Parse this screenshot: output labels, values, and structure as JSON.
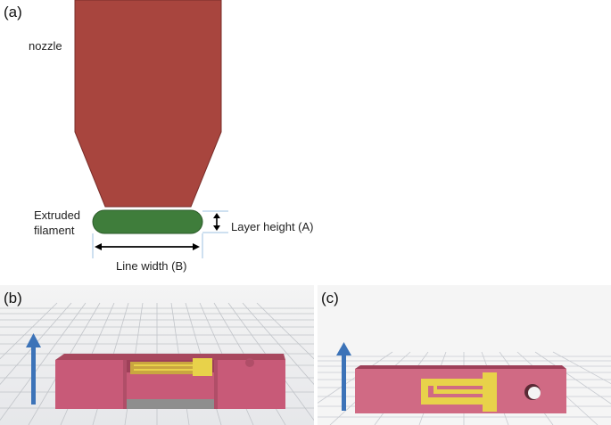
{
  "panel_a": {
    "letter": "(a)",
    "nozzle_label": "nozzle",
    "filament_label_line1": "Extruded",
    "filament_label_line2": "filament",
    "layer_height_label": "Layer height (A)",
    "line_width_label": "Line width (B)"
  },
  "panel_b": {
    "letter": "(b)"
  },
  "panel_c": {
    "letter": "(c)"
  },
  "colors": {
    "nozzle": "#a8453e",
    "filament": "#3f7d3b",
    "specimen": "#c85a78",
    "gauge": "#e8d24a",
    "arrow": "#3c73b8",
    "grid": "#b8bcc2"
  }
}
